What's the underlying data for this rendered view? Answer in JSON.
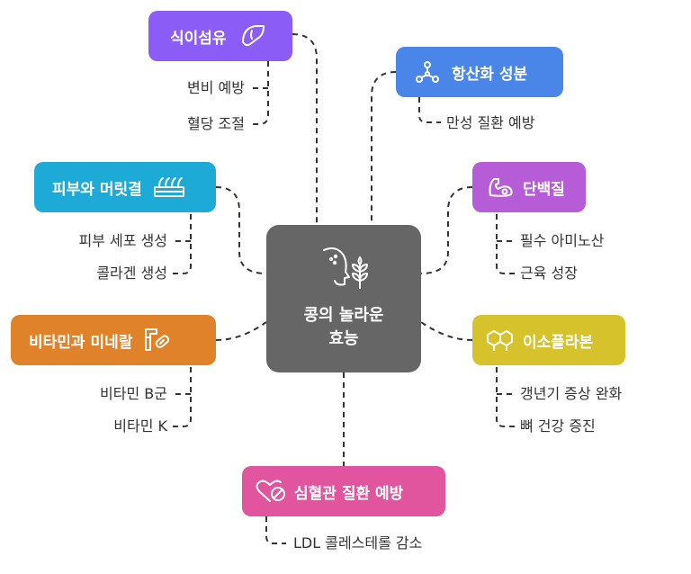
{
  "center": {
    "line1": "콩의 놀라운",
    "line2": "효능",
    "icon": "head-plant-icon"
  },
  "branches": {
    "fiber": {
      "label": "식이섬유",
      "color": "#8b5cf6",
      "icon": "liver-icon",
      "items": [
        "변비 예방",
        "혈당 조절"
      ]
    },
    "antioxidant": {
      "label": "항산화 성분",
      "color": "#4a86e8",
      "icon": "molecule-icon",
      "items": [
        "만성 질환 예방"
      ]
    },
    "skin": {
      "label": "피부와 머릿결",
      "color": "#1eaad6",
      "icon": "hair-skin-icon",
      "items": [
        "피부 세포 생성",
        "콜라겐 생성"
      ]
    },
    "protein": {
      "label": "단백질",
      "color": "#b55cd6",
      "icon": "muscle-arm-icon",
      "items": [
        "필수 아미노산",
        "근육 성장"
      ]
    },
    "vitamin": {
      "label": "비타민과 미네랄",
      "color": "#e0822a",
      "icon": "pill-icon",
      "items": [
        "비타민 B군",
        "비타민 K"
      ]
    },
    "isoflavone": {
      "label": "이소플라본",
      "color": "#d6c22a",
      "icon": "hexagon-compound-icon",
      "items": [
        "갱년기 증상 완화",
        "뼈 건강 증진"
      ]
    },
    "heart": {
      "label": "심혈관 질환 예방",
      "color": "#e0559e",
      "icon": "heart-pill-icon",
      "items": [
        "LDL 콜레스테롤 감소"
      ]
    }
  }
}
